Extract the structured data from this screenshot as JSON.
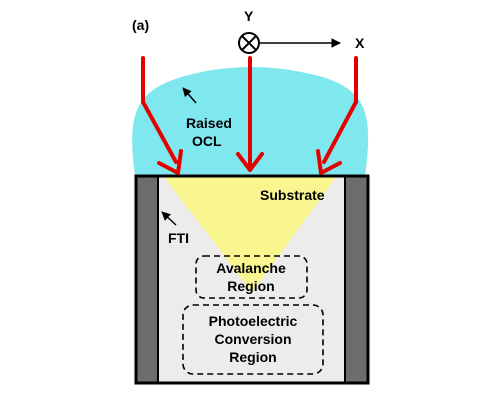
{
  "panel_label": "(a)",
  "axes": {
    "y_label": "Y",
    "x_label": "X",
    "into_page_icon": "circle-cross-icon"
  },
  "labels": {
    "raised_ocl_line1": "Raised",
    "raised_ocl_line2": "OCL",
    "substrate": "Substrate",
    "fti": "FTI",
    "avalanche_line1": "Avalanche",
    "avalanche_line2": "Region",
    "photo_line1": "Photoelectric",
    "photo_line2": "Conversion",
    "photo_line3": "Region"
  },
  "colors": {
    "ocl_lens": "#7fe8ef",
    "light_cone": "#fbf78a",
    "substrate_fill": "#ececec",
    "fti_wall": "#6d6d6d",
    "ray": "#e50000",
    "outline": "#000000"
  }
}
